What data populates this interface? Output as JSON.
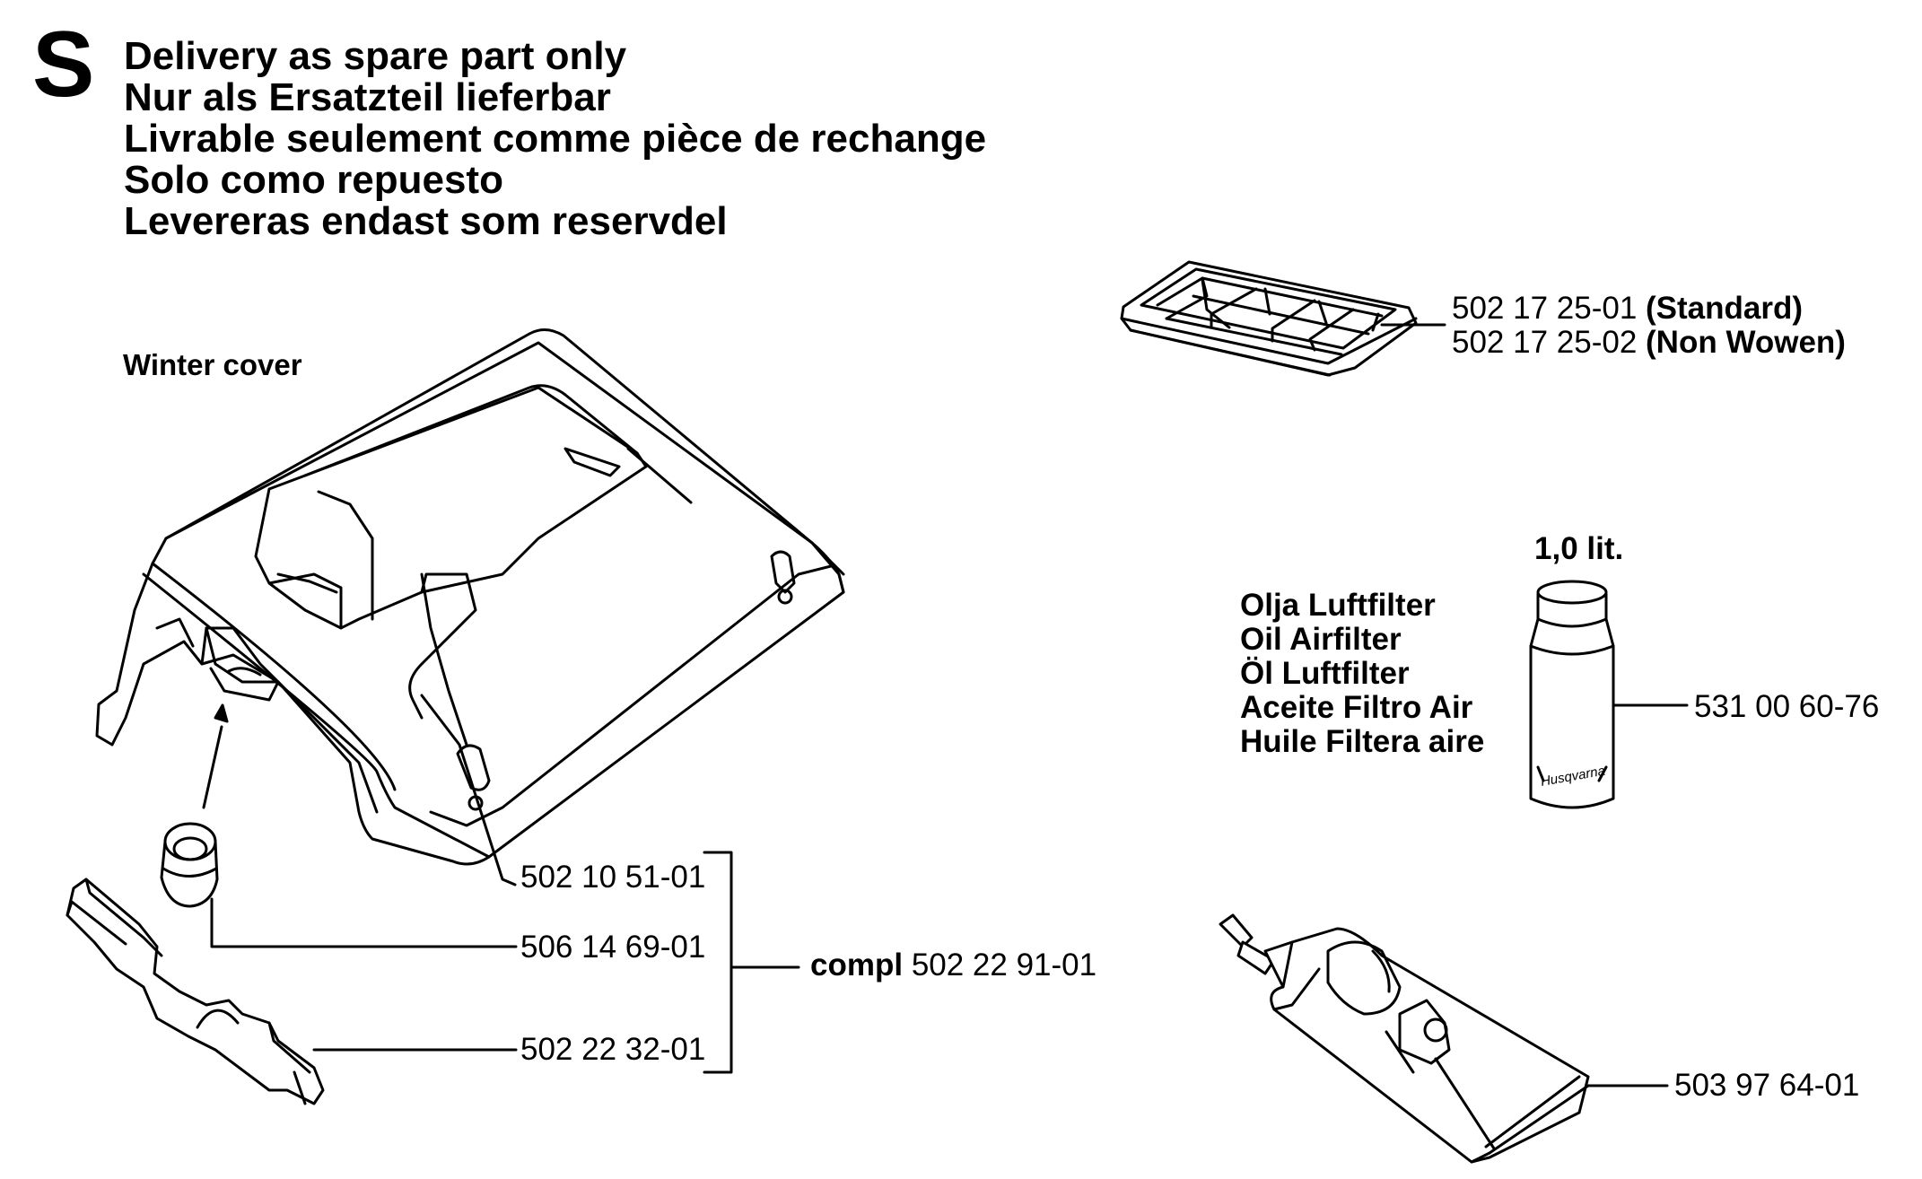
{
  "header": {
    "symbol": "S",
    "lines": [
      "Delivery as spare part only",
      "Nur als Ersatzteil lieferbar",
      "Livrable seulement comme pièce de rechange",
      "Solo como repuesto",
      "Levereras endast som reservdel"
    ]
  },
  "winter_cover": {
    "title": "Winter cover",
    "parts": [
      "502 10 51-01",
      "506 14 69-01",
      "502 22 32-01"
    ],
    "compl_label": "compl",
    "compl_number": "502 22 91-01"
  },
  "air_filter": {
    "parts": [
      {
        "number": "502 17 25-01",
        "note": "(Standard)"
      },
      {
        "number": "502 17 25-02",
        "note": "(Non Wowen)"
      }
    ]
  },
  "oil": {
    "volume": "1,0 lit.",
    "names": [
      "Olja Luftfilter",
      "Oil Airfilter",
      "Öl Luftfilter",
      "Aceite Filtro Air",
      "Huile Filtera aire"
    ],
    "brand": "Husqvarna",
    "number": "531 00 60-76"
  },
  "grease": {
    "number": "503 97 64-01"
  }
}
